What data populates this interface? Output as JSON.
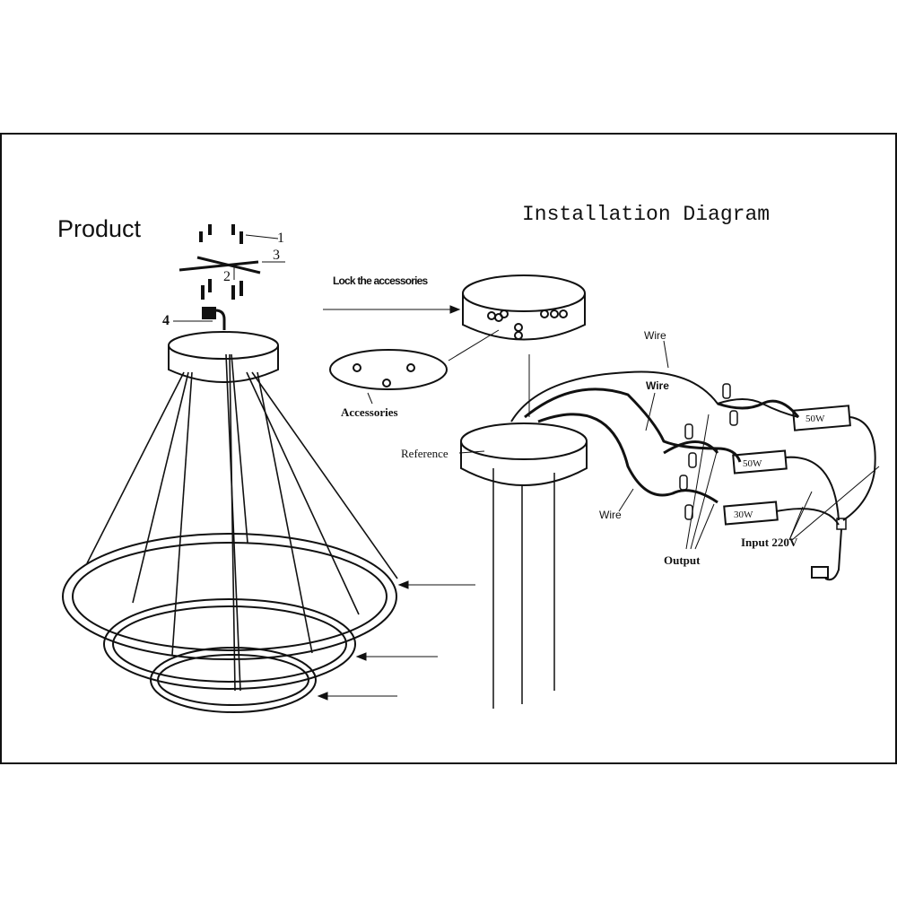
{
  "product": {
    "title": "Product",
    "callouts": [
      "1",
      "2",
      "3",
      "4"
    ]
  },
  "installation": {
    "title": "Installation Diagram",
    "lock_label": "Lock the accessories",
    "accessories_label": "Accessories",
    "reference_label": "Reference",
    "wire_labels": [
      "Wire",
      "Wire",
      "Wire"
    ],
    "drivers": [
      "50W",
      "50W",
      "30W"
    ],
    "output_label": "Output",
    "input_label": "Input 220V"
  }
}
